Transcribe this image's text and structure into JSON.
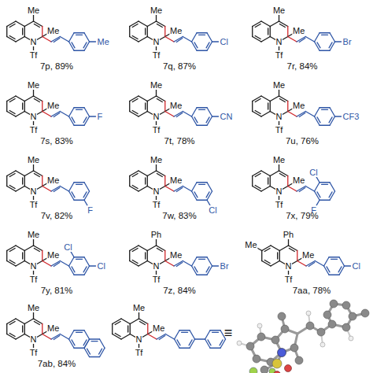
{
  "diagram": {
    "labels": [
      "Me",
      "N",
      "Tf",
      "Me",
      "Me",
      "7p, 89%",
      "Me",
      "N",
      "Tf",
      "Me",
      "Cl",
      "7q, 87%",
      "Me",
      "N",
      "Tf",
      "Me",
      "Br",
      "7r, 84%",
      "Me",
      "N",
      "Tf",
      "Me",
      "F",
      "7s, 83%",
      "Me",
      "N",
      "Tf",
      "Me",
      "CN",
      "7t, 78%",
      "Me",
      "N",
      "Tf",
      "Me",
      "CF3",
      "7u, 76%",
      "Me",
      "N",
      "Tf",
      "Me",
      "F",
      "7v, 82%",
      "Me",
      "N",
      "Tf",
      "Me",
      "Cl",
      "7w, 83%",
      "Me",
      "N",
      "Tf",
      "Me",
      "Cl",
      "F",
      "7x, 79%",
      "Me",
      "N",
      "Tf",
      "Me",
      "Cl",
      "Cl",
      "7y, 81%",
      "Ph",
      "N",
      "Tf",
      "Me",
      "Br",
      "7z, 84%",
      "Me",
      "Ph",
      "N",
      "Tf",
      "Me",
      "Cl",
      "7aa, 78%",
      "Me",
      "N",
      "Tf",
      "Me",
      "7ab, 84%",
      "Me",
      "N",
      "Tf",
      "Me",
      "≡"
    ]
  }
}
